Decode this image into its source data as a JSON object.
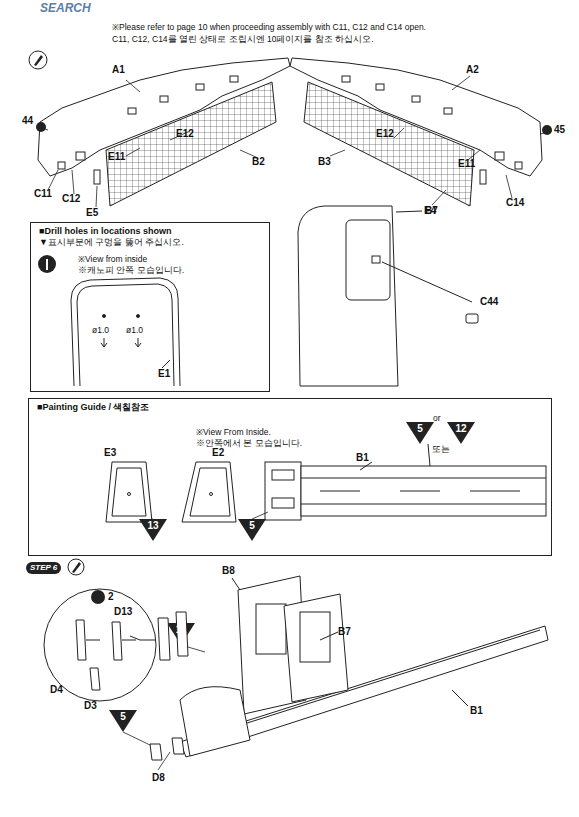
{
  "diagram": {
    "nodes": [
      {
        "text": [
          "■Drill holes in locations shown",
          "▼표시부분에 구멍을 뚫어 주십시오."
        ]
      },
      {
        "text": [
          "■Painting Guide / 색칠참조"
        ]
      }
    ],
    "edges": [],
    "labels": [
      "SEARCH",
      "※Please refer to page 10 when proceeding assembly with C11, C12 and C14 open.",
      "C11, C12, C14를 열린 상태로 조립시엔 10페이지를 참조 하십시오.",
      "A1",
      "44",
      "E12",
      "E11",
      "B2",
      "C11",
      "C12",
      "E5",
      "B3",
      "A2",
      "E12",
      "45",
      "E11",
      "E4",
      "C14",
      "※View from inside",
      "※캐노피 안쪽 모습입니다.",
      "ø1.0",
      "ø1.0",
      "E1",
      "B7",
      "C44",
      "※View From Inside.",
      "※안쪽에서 본 모습입니다.",
      "E3",
      "E2",
      "B1",
      "5",
      "or",
      "또는",
      "12",
      "13",
      "5",
      "STEP 6",
      "B8",
      "B7",
      "B1",
      "2",
      "D13",
      "D4",
      "D3",
      "11",
      "5",
      "D8"
    ]
  }
}
